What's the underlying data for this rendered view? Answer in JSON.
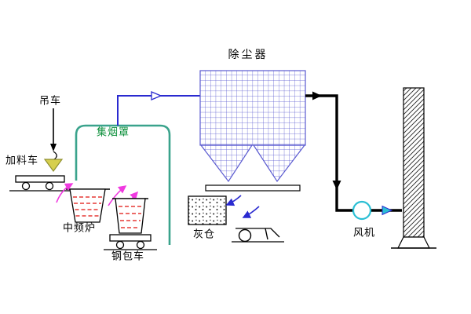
{
  "diagram": {
    "labels": {
      "dust_collector": "除尘器",
      "crane": "吊车",
      "feeding_car": "加料车",
      "smoke_hood": "集烟罩",
      "furnace": "中频炉",
      "ladle_car": "钢包车",
      "ash_bin": "灰仓",
      "fan": "风机"
    },
    "colors": {
      "pipe_blue": "#2a2ad0",
      "grid_blue": "#5a5ad0",
      "hood_green": "#3aa38c",
      "label_green": "#0b8f3a",
      "furnace_red": "#e53935",
      "fume_pink": "#f03ae0",
      "fan_cyan": "#2bbfd4",
      "hook_yellow": "#d6cf4e",
      "ink": "#000000",
      "background": "#ffffff"
    }
  }
}
